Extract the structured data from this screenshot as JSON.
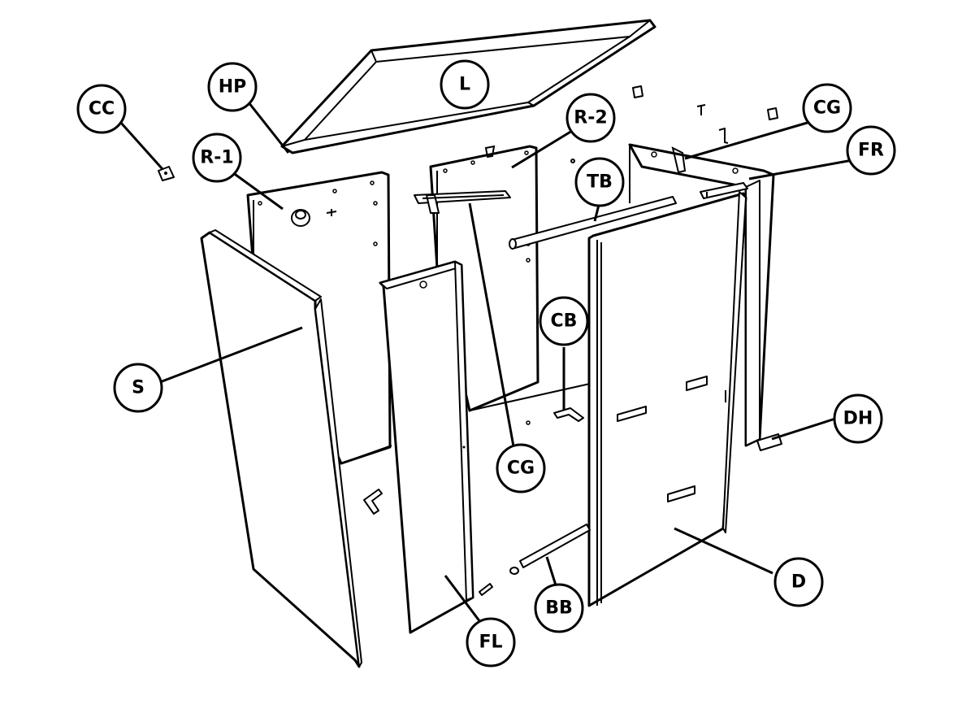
{
  "labels": {
    "CC": "CC",
    "HP": "HP",
    "L": "L",
    "R1": "R-1",
    "R2": "R-2",
    "CG_top": "CG",
    "FR": "FR",
    "TB": "TB",
    "CB": "CB",
    "S": "S",
    "DH": "DH",
    "CG_mid": "CG",
    "D": "D",
    "BB": "BB",
    "FL": "FL"
  },
  "colors": {
    "line": "#000000",
    "fill": "#ffffff"
  }
}
